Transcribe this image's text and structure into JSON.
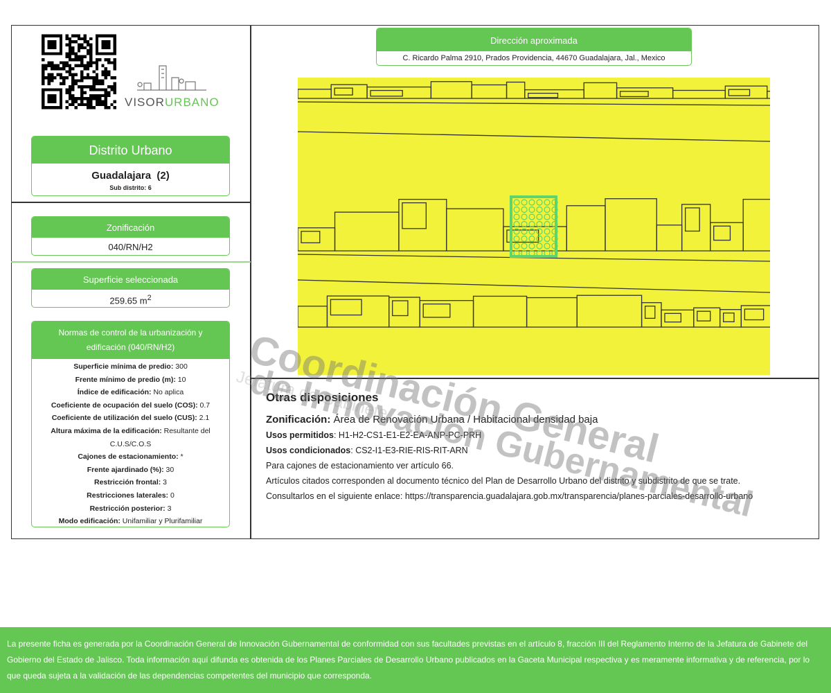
{
  "logo": {
    "text_a": "VISOR",
    "text_b": "URBANO"
  },
  "distrito": {
    "title": "Distrito Urbano",
    "name": "Guadalajara  (2)",
    "sub": "Sub distrito: 6"
  },
  "zonificacion": {
    "title": "Zonificación",
    "value": "040/RN/H2"
  },
  "superficie": {
    "title": "Superficie seleccionada",
    "value": "259.65 m",
    "unit_sup": "2"
  },
  "normas": {
    "title": "Normas de control de la urbanización y edificación (040/RN/H2)",
    "items": [
      {
        "label": "Superficie mínima de predio:",
        "value": " 300"
      },
      {
        "label": "Frente mínimo de predio (m):",
        "value": " 10"
      },
      {
        "label": "Índice de edificación:",
        "value": " No aplica"
      },
      {
        "label": "Coeficiente de ocupación del suelo (COS):",
        "value": " 0.7"
      },
      {
        "label": "Coeficiente de utilización del suelo (CUS):",
        "value": " 2.1"
      },
      {
        "label": "Altura máxima de la edificación:",
        "value": " Resultante del C.U.S/C.O.S"
      },
      {
        "label": "Cajones de estacionamiento:",
        "value": " *"
      },
      {
        "label": "Frente ajardinado (%):",
        "value": " 30"
      },
      {
        "label": "Restricción frontal:",
        "value": " 3"
      },
      {
        "label": "Restricciones laterales:",
        "value": " 0"
      },
      {
        "label": "Restricción posterior:",
        "value": " 3"
      },
      {
        "label": "Modo edificación:",
        "value": " Unifamiliar y Plurifamiliar"
      }
    ]
  },
  "direccion": {
    "title": "Dirección aproximada",
    "value": "C. Ricardo Palma 2910, Prados Providencia, 44670 Guadalajara, Jal., Mexico"
  },
  "map": {
    "fill_color": "#f2f23a",
    "selection_color": "#5fd46a"
  },
  "otras": {
    "title": "Otras disposiciones",
    "zon_label": "Zonificación:",
    "zon_value": " Área de Renovación Urbana / Habitacional densidad baja",
    "perm_label": "Usos permitidos",
    "perm_value": ": H1-H2-CS1-E1-E2-EA-ANP-PC-PRH",
    "cond_label": "Usos condicionados",
    "cond_value": ": CS2-I1-E3-RIE-RIS-RIT-ARN",
    "line1": "Para cajones de estacionamiento ver artículo 66.",
    "line2": "Artículos citados corresponden al documento técnico del Plan de Desarrollo Urbano del distrito y subdistrito de que se trate.",
    "line3": "Consultarlos en el siguiente enlace: https://transparencia.guadalajara.gob.mx/transparencia/planes-parciales-desarrollo-urbano"
  },
  "watermark": {
    "line1": "Coordinación General",
    "line2": "de Innovación Gubernamental",
    "line3": "Jefatura de Gabinete"
  },
  "footer": "La presente ficha es generada por la Coordinación General de Innovación Gubernamental de conformidad con sus facultades previstas en el artículo 8, fracción III del Reglamento Interno de la Jefatura de Gabinete del Gobierno del Estado de Jalisco. Toda información aquí difunda es obtenida de los Planes Parciales de Desarrollo Urbano publicados en la Gaceta Municipal respectiva y es meramente informativa y de referencia, por lo que queda sujeta a la validación de las dependencias competentes del municipio que corresponda.",
  "colors": {
    "green": "#64c653",
    "map_yellow": "#f2f23a"
  }
}
